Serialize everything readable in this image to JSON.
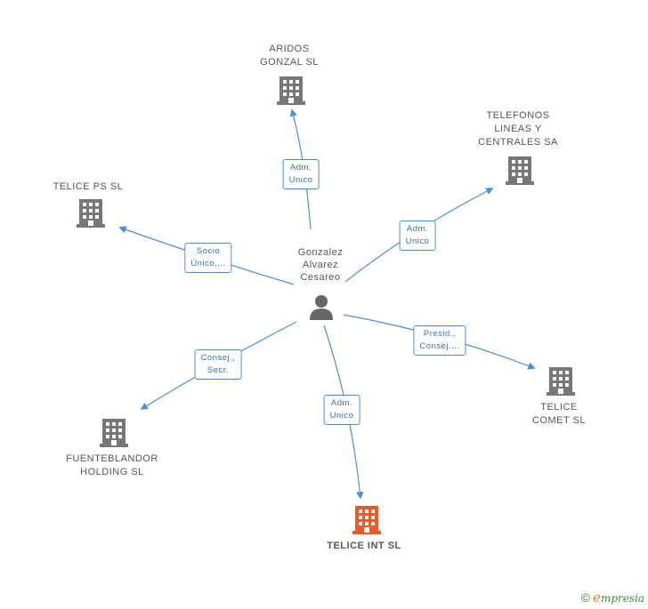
{
  "person": {
    "name": "Gonzalez\nAlvarez\nCesareo"
  },
  "companies": {
    "aridos": {
      "name": "ARIDOS\nGONZAL SL"
    },
    "telefonos": {
      "name": "TELEFONOS\nLINEAS Y\nCENTRALES SA"
    },
    "telice_ps": {
      "name": "TELICE PS SL"
    },
    "fuenteblandor": {
      "name": "FUENTEBLANDOR\nHOLDING SL"
    },
    "telice_int": {
      "name": "TELICE INT  SL"
    },
    "telice_comet": {
      "name": "TELICE\nCOMET SL"
    }
  },
  "edges": {
    "aridos": "Adm.\nUnico",
    "telefonos": "Adm.\nUnico",
    "telice_ps": "Socio\nÚnico,...",
    "fuenteblandor": "Consej.,\nSecr.",
    "telice_int": "Adm.\nUnico",
    "telice_comet": "Presid.,\nConsej...."
  },
  "colors": {
    "edge": "#4a90d9",
    "company": "#777777",
    "main_company": "#f05a28",
    "person": "#666666"
  },
  "footer": {
    "copyright": "©",
    "brand_initial": "e",
    "brand_rest": "mpresia"
  }
}
